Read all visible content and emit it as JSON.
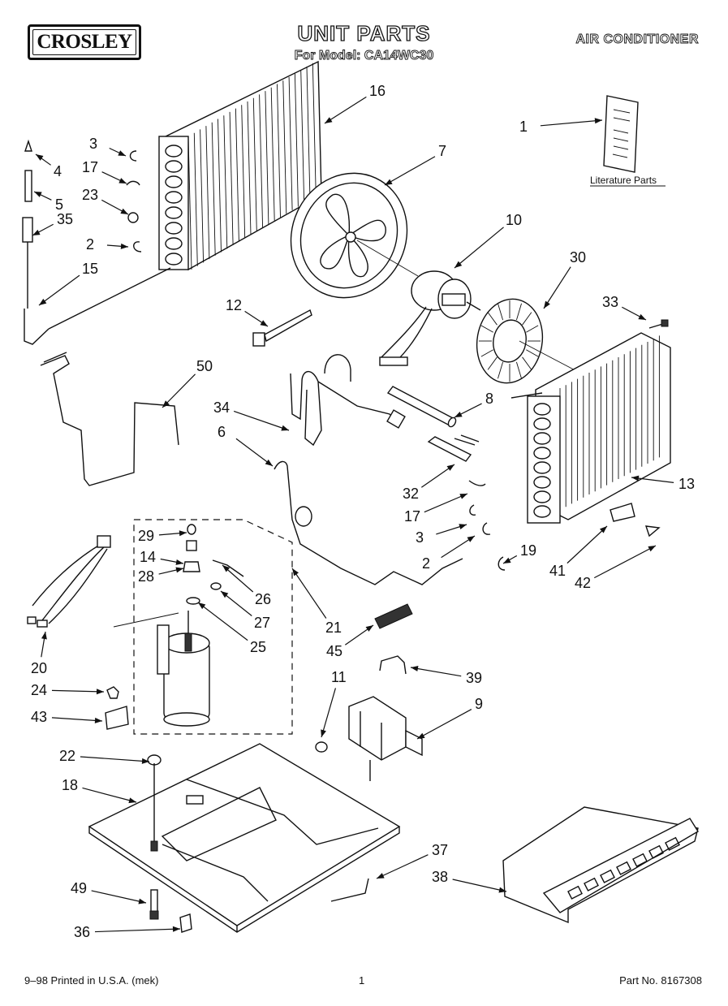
{
  "header": {
    "brand": "CROSLEY",
    "title": "UNIT PARTS",
    "subtitle": "For Model: CA14WC30",
    "category": "AIR CONDITIONER"
  },
  "literature_label": "Literature Parts",
  "callouts": [
    "1",
    "2",
    "2",
    "3",
    "3",
    "4",
    "5",
    "6",
    "7",
    "8",
    "9",
    "10",
    "11",
    "12",
    "13",
    "14",
    "15",
    "16",
    "17",
    "17",
    "18",
    "19",
    "20",
    "21",
    "22",
    "23",
    "24",
    "25",
    "26",
    "27",
    "28",
    "29",
    "30",
    "32",
    "33",
    "34",
    "35",
    "36",
    "37",
    "38",
    "39",
    "41",
    "42",
    "43",
    "45",
    "49",
    "50"
  ],
  "footer": {
    "left": "9–98 Printed in U.S.A. (mek)",
    "center": "1",
    "right": "Part No. 8167308"
  }
}
